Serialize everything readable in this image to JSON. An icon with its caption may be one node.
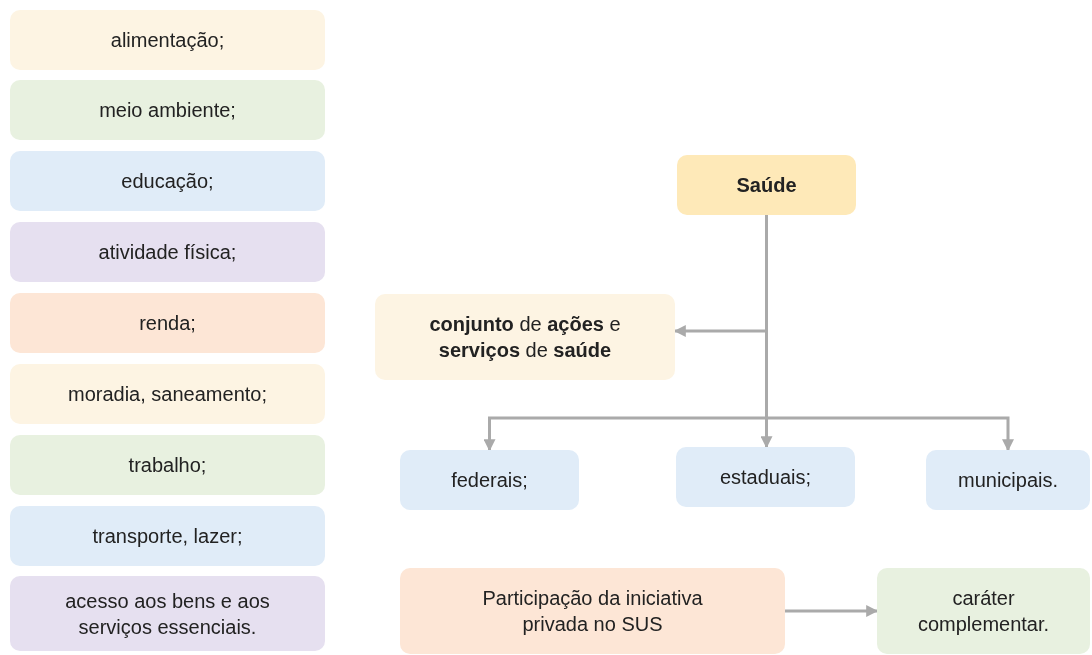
{
  "diagram": {
    "nodes": [
      {
        "text": [
          "alimentação;"
        ]
      },
      {
        "text": [
          "meio ambiente;"
        ]
      },
      {
        "text": [
          "educação;"
        ]
      },
      {
        "text": [
          "atividade física;"
        ]
      },
      {
        "text": [
          "renda;"
        ]
      },
      {
        "text": [
          "moradia, saneamento;"
        ]
      },
      {
        "text": [
          "trabalho;"
        ]
      },
      {
        "text": [
          "transporte, lazer;"
        ]
      },
      {
        "text": [
          "acesso aos bens e aos serviços essenciais."
        ]
      },
      {
        "text": [
          "Saúde"
        ]
      },
      {
        "text": [
          "**conjunto** de **ações** e **serviços** de **saúde**"
        ]
      },
      {
        "text": [
          "federais;"
        ]
      },
      {
        "text": [
          "estaduais;"
        ]
      },
      {
        "text": [
          "municipais."
        ]
      },
      {
        "text": [
          "Participação da iniciativa privada no SUS"
        ]
      },
      {
        "text": [
          "caráter complementar."
        ]
      }
    ],
    "edges": [
      {
        "from": 9,
        "to": 10,
        "arrow": "to"
      },
      {
        "from": 9,
        "to": 11,
        "arrow": "to"
      },
      {
        "from": 9,
        "to": 12,
        "arrow": "to"
      },
      {
        "from": 9,
        "to": 13,
        "arrow": "to"
      },
      {
        "from": 14,
        "to": 15,
        "arrow": "to"
      }
    ]
  }
}
